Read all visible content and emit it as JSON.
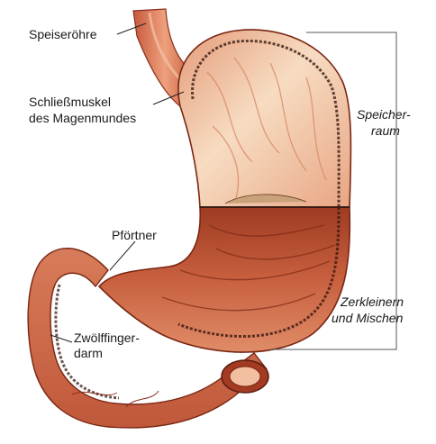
{
  "labels": {
    "esophagus": "Speiseröhre",
    "cardia_line1": "Schließmuskel",
    "cardia_line2": "des Magenmundes",
    "pylorus": "Pförtner",
    "duodenum_line1": "Zwölffinger-",
    "duodenum_line2": "darm"
  },
  "regions": {
    "storage_line1": "Speicher-",
    "storage_line2": "raum",
    "grinding_line1": "Zerkleinern",
    "grinding_line2": "und Mischen"
  },
  "colors": {
    "muscle_dark": "#b8452a",
    "muscle_mid": "#d9775a",
    "muscle_light": "#f2c2a2",
    "mucosa_pale": "#f6dcc4",
    "cut_edge": "#3a1a12"
  }
}
